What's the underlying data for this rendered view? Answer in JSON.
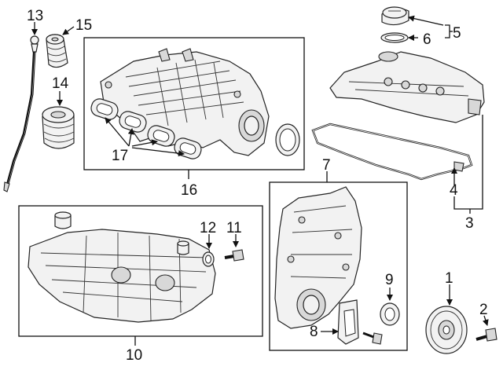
{
  "diagram": {
    "callouts": {
      "n1": "1",
      "n2": "2",
      "n3": "3",
      "n4": "4",
      "n5": "5",
      "n6": "6",
      "n7": "7",
      "n8": "8",
      "n9": "9",
      "n10": "10",
      "n11": "11",
      "n12": "12",
      "n13": "13",
      "n14": "14",
      "n15": "15",
      "n16": "16",
      "n17": "17"
    }
  }
}
